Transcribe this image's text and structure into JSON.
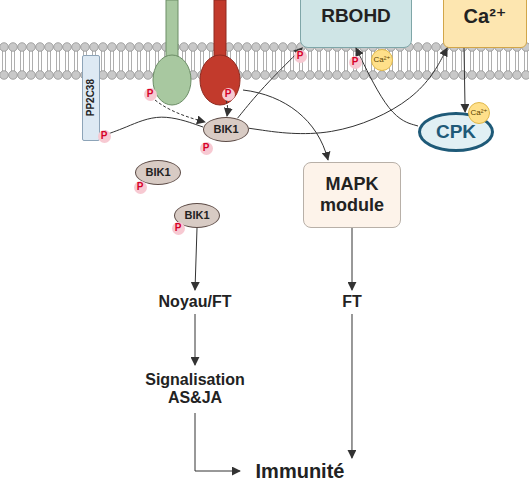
{
  "diagram": {
    "nodes": [
      {
        "text": [
          "RBOHD"
        ]
      },
      {
        "text": [
          "Ca²⁺"
        ]
      },
      {
        "text": [
          "PP2C38"
        ]
      },
      {
        "text": [
          "BIK1"
        ]
      },
      {
        "text": [
          "CPK"
        ]
      },
      {
        "text": [
          "BIK1"
        ]
      },
      {
        "text": [
          "BIK1"
        ]
      },
      {
        "text": [
          "MAPK module"
        ]
      },
      {
        "text": [
          "Noyau/FT"
        ]
      },
      {
        "text": [
          "FT"
        ]
      },
      {
        "text": [
          "Signalisation AS&JA"
        ]
      },
      {
        "text": [
          "Immunité"
        ]
      }
    ],
    "edges": [
      {
        "from": 3,
        "to": 2,
        "arrow": "to"
      },
      {
        "from": 3,
        "to": 0,
        "arrow": "to"
      },
      {
        "from": 3,
        "to": 1,
        "arrow": "to"
      },
      {
        "from": 1,
        "to": 4,
        "arrow": "to"
      },
      {
        "from": 4,
        "to": 0,
        "arrow": "to"
      },
      {
        "from": 6,
        "to": 8,
        "arrow": "to"
      },
      {
        "from": 7,
        "to": 9,
        "arrow": "to"
      },
      {
        "from": 8,
        "to": 10,
        "arrow": "to"
      },
      {
        "from": 9,
        "to": 11,
        "arrow": "to"
      },
      {
        "from": 10,
        "to": 11,
        "arrow": "to"
      }
    ],
    "labels": [
      "P",
      "P",
      "Ca²⁺",
      "P",
      "P",
      "P",
      "Ca²⁺",
      "P",
      "P",
      "P"
    ]
  }
}
